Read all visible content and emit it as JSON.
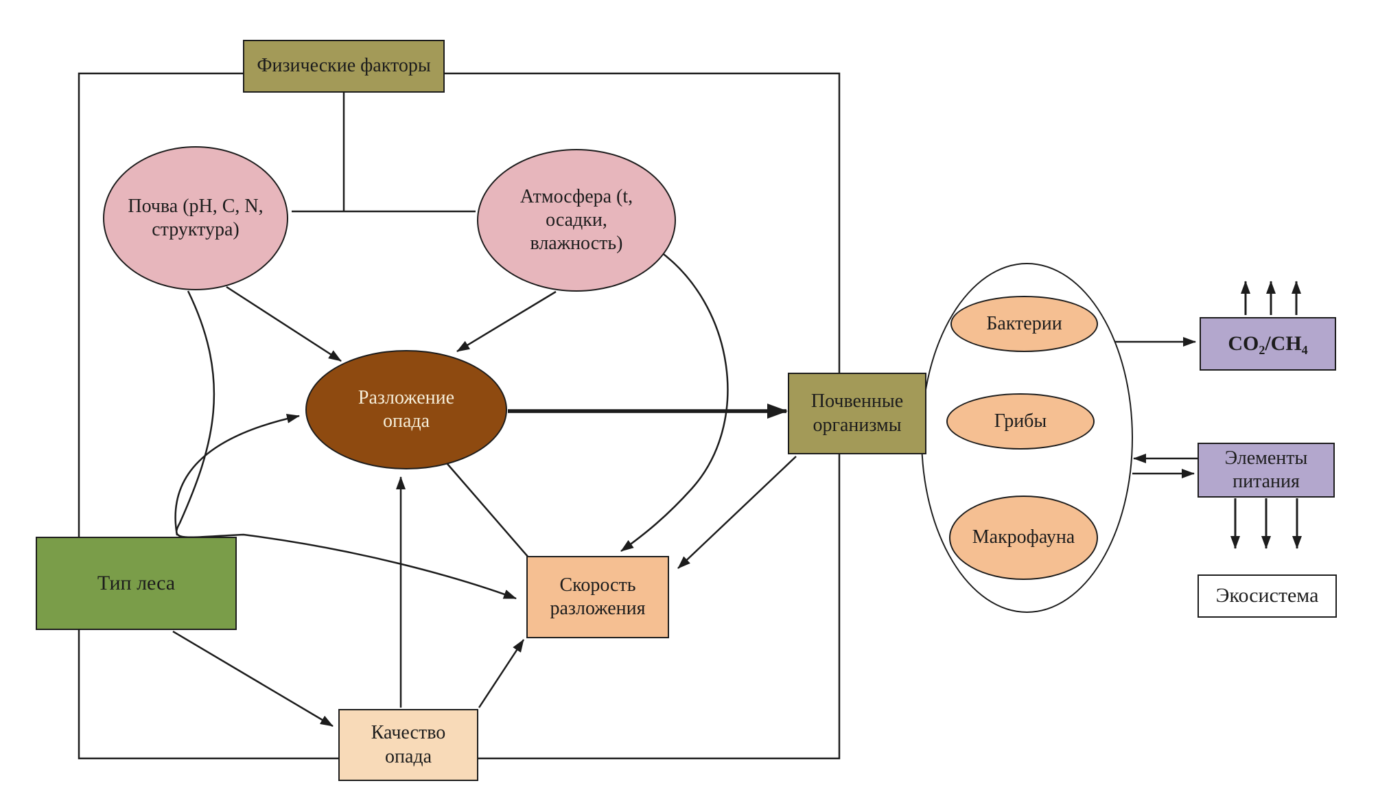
{
  "diagram_type": "flow-diagram",
  "language": "ru",
  "colors": {
    "olive_box": "#a39a58",
    "pink_ellipse": "#e7b6bc",
    "brown_ellipse": "#8e4a10",
    "brown_ellipse_text": "#f6eed9",
    "green_box": "#7a9d49",
    "peach_box": "#f5bf92",
    "light_peach_box": "#f8dab8",
    "purple_box": "#b3a7cd",
    "line_color": "#1c1c1c",
    "background": "#ffffff"
  },
  "nodes": {
    "physical_factors": {
      "label": "Физические факторы",
      "shape": "rect",
      "fill": "#a39a58"
    },
    "soil": {
      "label": "Почва (pH, C, N, структура)",
      "shape": "ellipse",
      "fill": "#e7b6bc"
    },
    "atmosphere": {
      "label": "Атмосфера (t, осадки, влажность)",
      "shape": "ellipse",
      "fill": "#e7b6bc"
    },
    "litter_decomposition": {
      "label": "Разложение опада",
      "shape": "ellipse",
      "fill": "#8e4a10"
    },
    "soil_organisms": {
      "label": "Почвенные организмы",
      "shape": "rect",
      "fill": "#a39a58"
    },
    "forest_type": {
      "label": "Тип леса",
      "shape": "rect",
      "fill": "#7a9d49"
    },
    "decomposition_rate": {
      "label": "Скорость разложения",
      "shape": "rect",
      "fill": "#f5bf92"
    },
    "litter_quality": {
      "label": "Качество опада",
      "shape": "rect",
      "fill": "#f8dab8"
    },
    "bacteria": {
      "label": "Бактерии",
      "shape": "ellipse",
      "fill": "#f5bf92"
    },
    "fungi": {
      "label": "Грибы",
      "shape": "ellipse",
      "fill": "#f5bf92"
    },
    "macrofauna": {
      "label": "Макрофауна",
      "shape": "ellipse",
      "fill": "#f5bf92"
    },
    "co2_ch4": {
      "label": "CO₂/CH₄",
      "shape": "rect",
      "fill": "#b3a7cd"
    },
    "nutrients": {
      "label": "Элементы питания",
      "shape": "rect",
      "fill": "#b3a7cd"
    },
    "ecosystem": {
      "label": "Экосистема",
      "shape": "rect",
      "fill": "#ffffff"
    }
  },
  "edges": [
    {
      "from": "physical_factors",
      "to": "soil",
      "style": "line"
    },
    {
      "from": "physical_factors",
      "to": "atmosphere",
      "style": "line"
    },
    {
      "from": "soil",
      "to": "litter_decomposition",
      "style": "arrow"
    },
    {
      "from": "atmosphere",
      "to": "litter_decomposition",
      "style": "arrow"
    },
    {
      "from": "atmosphere",
      "to": "decomposition_rate",
      "style": "curved-arrow"
    },
    {
      "from": "soil",
      "to": "decomposition_rate",
      "style": "curved-arrow"
    },
    {
      "from": "forest_type",
      "to": "litter_decomposition",
      "style": "curved-arrow"
    },
    {
      "from": "forest_type",
      "to": "litter_quality",
      "style": "arrow"
    },
    {
      "from": "litter_quality",
      "to": "litter_decomposition",
      "style": "arrow"
    },
    {
      "from": "litter_quality",
      "to": "decomposition_rate",
      "style": "arrow"
    },
    {
      "from": "litter_decomposition",
      "to": "soil_organisms",
      "style": "thick-arrow"
    },
    {
      "from": "litter_decomposition",
      "to": "decomposition_rate",
      "style": "line"
    },
    {
      "from": "soil_organisms",
      "to": "decomposition_rate",
      "style": "arrow"
    },
    {
      "from": "bacteria",
      "to": "co2_ch4",
      "style": "arrow"
    },
    {
      "from": "nutrients",
      "to": "organisms_group",
      "style": "arrow"
    },
    {
      "from": "organisms_group",
      "to": "nutrients",
      "style": "arrow"
    },
    {
      "from": "co2_ch4",
      "to": "outside-up",
      "style": "triple-arrow"
    },
    {
      "from": "nutrients",
      "to": "ecosystem",
      "style": "triple-arrow"
    }
  ]
}
